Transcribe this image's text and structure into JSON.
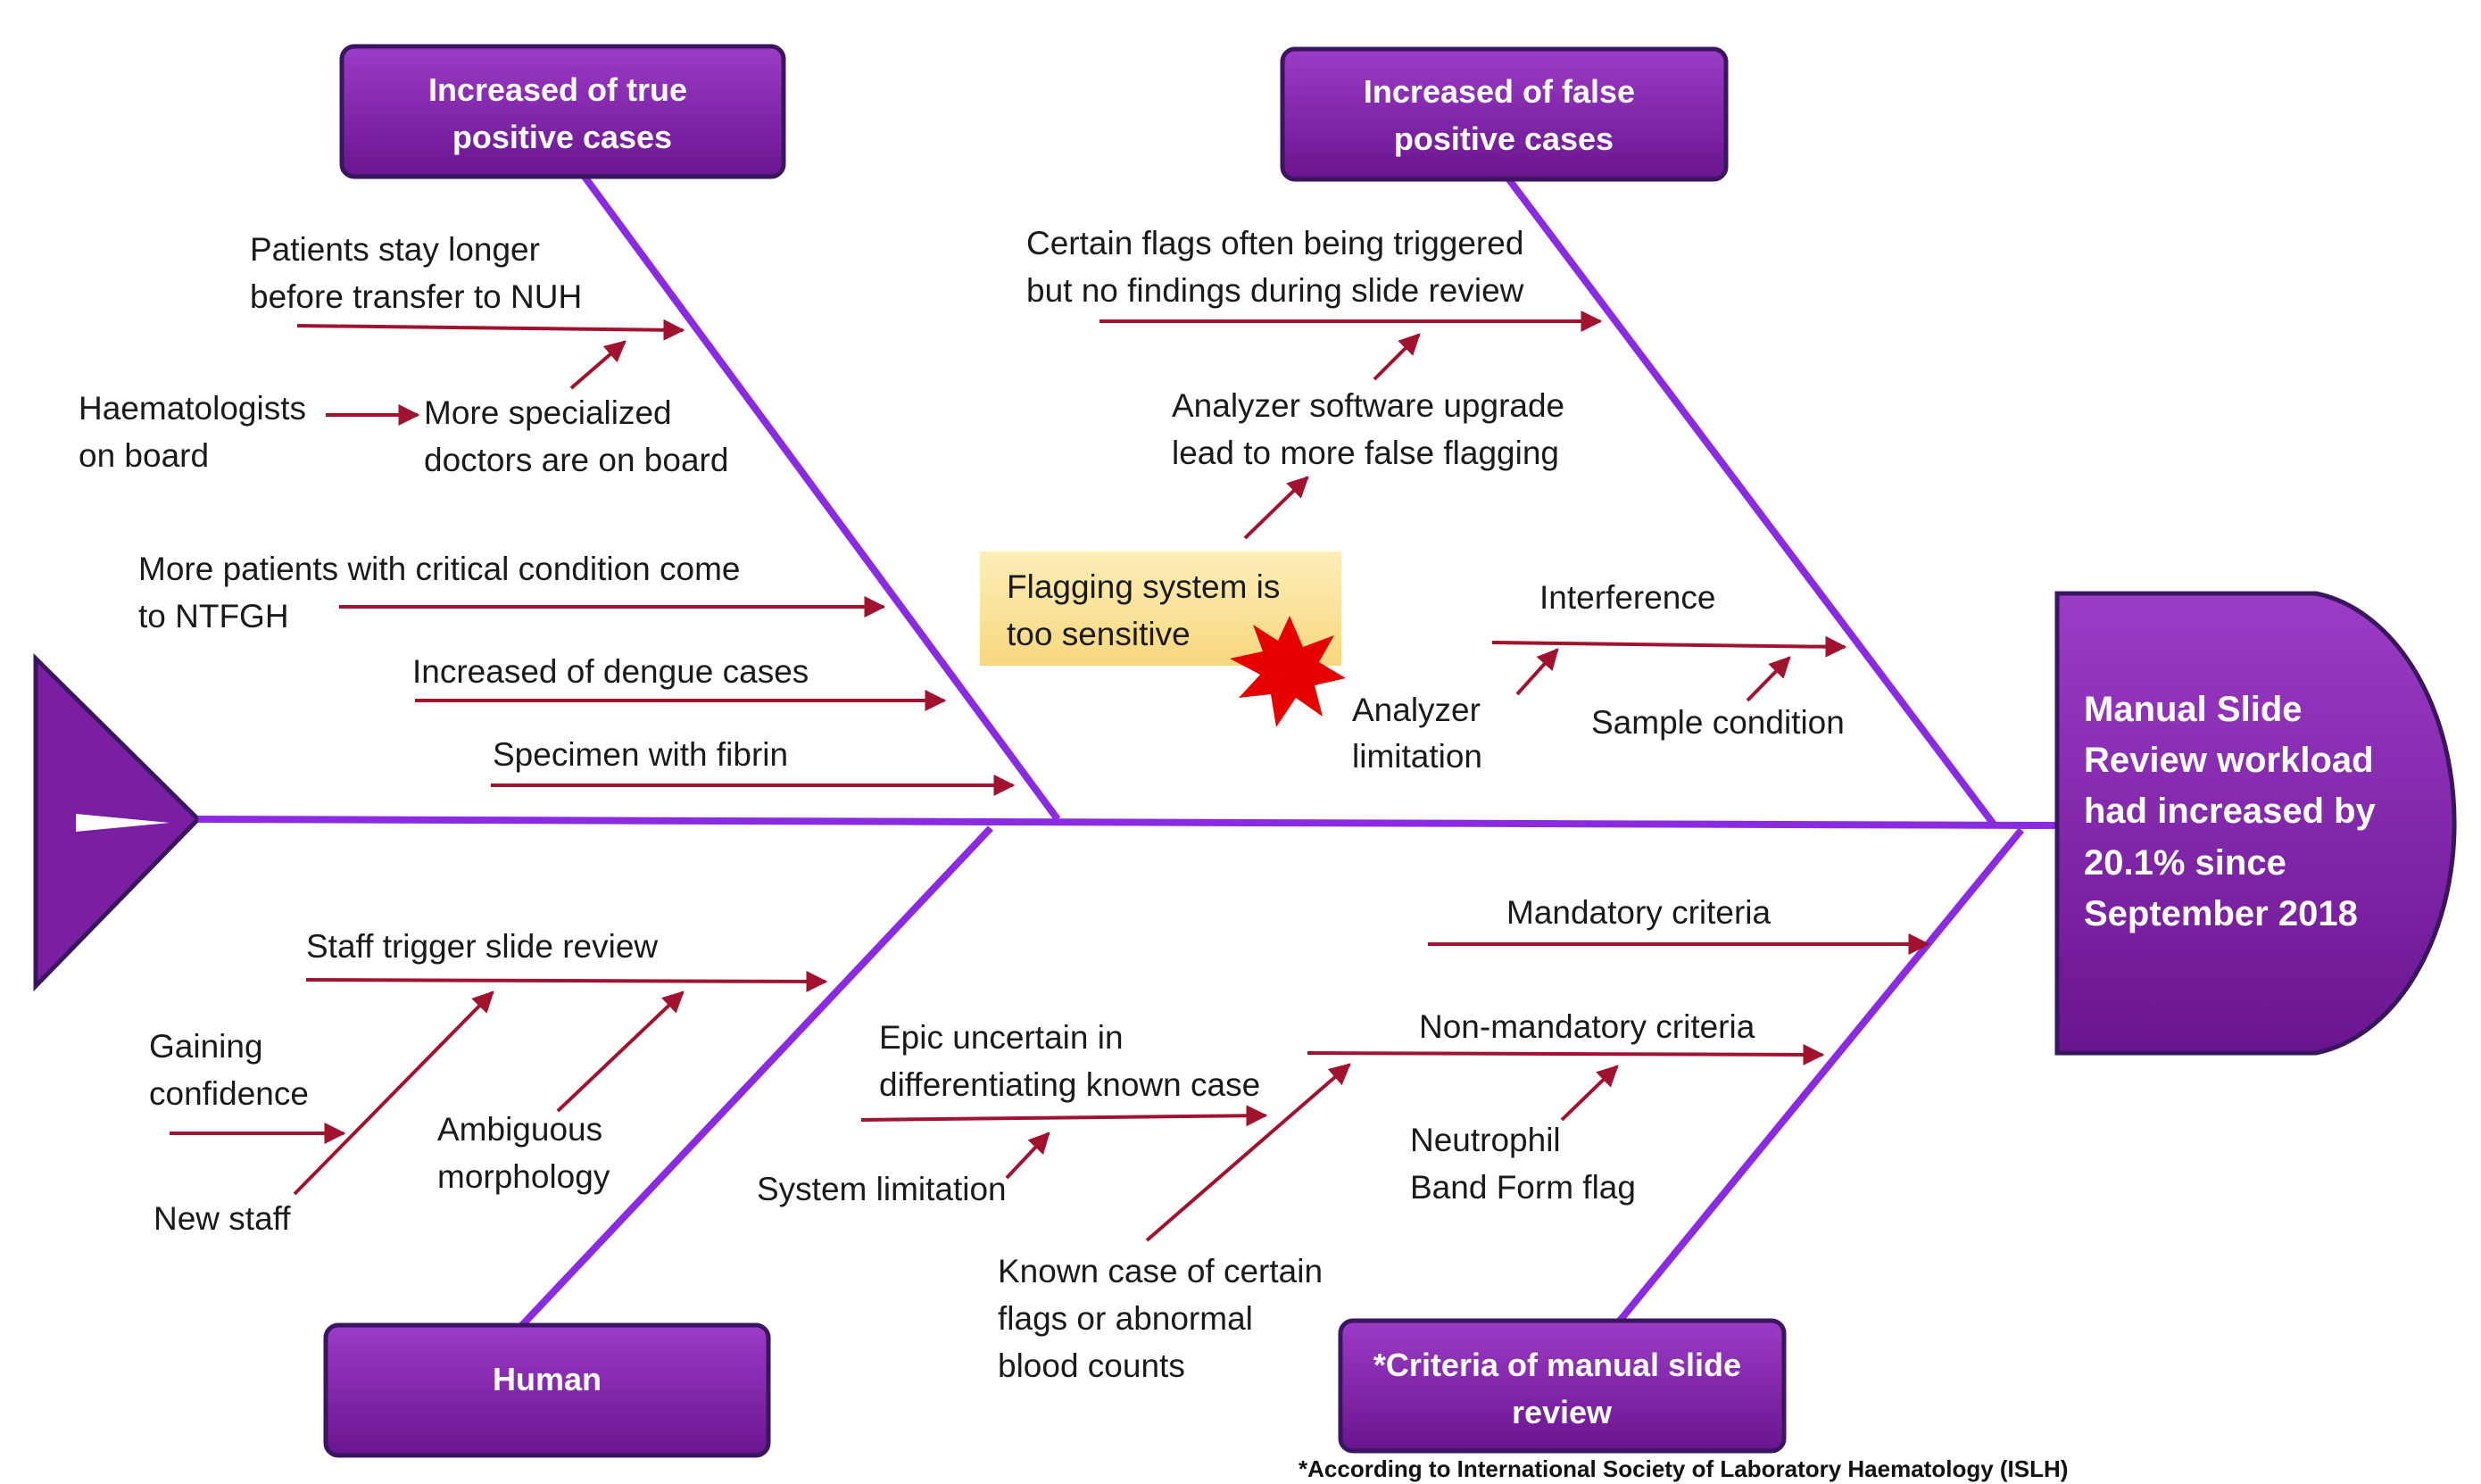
{
  "diagram": {
    "type": "fishbone",
    "head": [
      "Manual Slide",
      "Review workload",
      "had increased  by",
      "20.1% since",
      "September 2018"
    ],
    "categories": {
      "true_positive": [
        "Increased of true",
        "positive cases"
      ],
      "false_positive": [
        "Increased of false",
        "positive cases"
      ],
      "human": [
        "Human"
      ],
      "criteria": [
        "*Criteria of manual slide",
        "review"
      ]
    },
    "causes": {
      "patients_stay": [
        "Patients stay longer",
        "before transfer to NUH"
      ],
      "haematologists": [
        "Haematologists",
        "on board"
      ],
      "specialized": [
        "More specialized",
        "doctors are on board"
      ],
      "critical": [
        "More patients with critical condition come",
        "to NTFGH"
      ],
      "dengue": [
        "Increased of dengue cases"
      ],
      "fibrin": [
        "Specimen with fibrin"
      ],
      "certain_flags": [
        "Certain flags often being triggered",
        "but no findings during slide review"
      ],
      "software_upgrade": [
        "Analyzer software upgrade",
        "lead to more false flagging"
      ],
      "flagging_sensitive": [
        "Flagging system is",
        "too sensitive"
      ],
      "interference": [
        "Interference"
      ],
      "analyzer_limitation": [
        "Analyzer",
        "limitation"
      ],
      "sample_condition": [
        "Sample condition"
      ],
      "staff_trigger": [
        "Staff trigger slide review"
      ],
      "gaining_confidence": [
        "Gaining",
        "confidence"
      ],
      "new_staff": [
        "New staff"
      ],
      "ambiguous": [
        "Ambiguous",
        "morphology"
      ],
      "epic": [
        "Epic uncertain in",
        "differentiating known case"
      ],
      "system_limitation": [
        "System limitation"
      ],
      "known_case": [
        "Known case of certain",
        "flags or abnormal",
        "blood counts"
      ],
      "mandatory": [
        "Mandatory criteria"
      ],
      "non_mandatory": [
        "Non-mandatory criteria"
      ],
      "neutrophil": [
        "Neutrophil",
        "Band Form flag"
      ]
    },
    "footnote": "*According to International Society of Laboratory Haematology (ISLH)"
  },
  "colors": {
    "spine": "#8a2be2",
    "box_fill": "#7a1fa2",
    "box_border": "#3a1560",
    "arrow": "#a0122e",
    "highlight": "#fbe39a",
    "burst": "#e60000",
    "text": "#1a1a1a"
  }
}
